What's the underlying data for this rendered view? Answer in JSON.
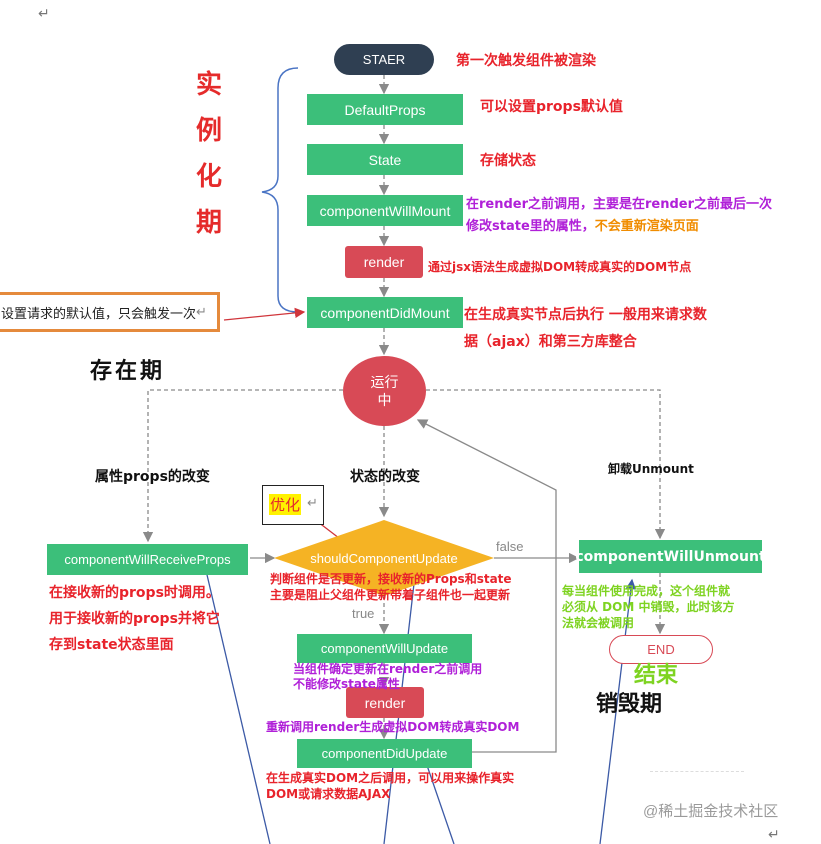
{
  "paragraph_marks": [
    "↵",
    "↵"
  ],
  "phases": {
    "instantiation": [
      "实",
      "例",
      "化",
      "期"
    ],
    "existence": "存在期",
    "destruction": "销毁期",
    "end_big": "结束"
  },
  "nodes": {
    "start": "STAER",
    "default_props": "DefaultProps",
    "state": "State",
    "will_mount": "componentWillMount",
    "render1": "render",
    "did_mount": "componentDidMount",
    "running": [
      "运行",
      "中"
    ],
    "will_receive_props": "componentWillReceiveProps",
    "should_update": "shouldComponentUpdate",
    "will_update": "componentWillUpdate",
    "render2": "render",
    "did_update": "componentDidUpdate",
    "will_unmount": "componentWillUnmount",
    "end": "END"
  },
  "annotations": {
    "start": "第一次触发组件被渲染",
    "default_props": "可以设置props默认值",
    "state": "存储状态",
    "will_mount_1": "在render之前调用，主要是在render之前最后一次",
    "will_mount_2a": "修改state里的属性，",
    "will_mount_2b": "不会重新渲染页面",
    "render1": "通过jsx语法生成虚拟DOM转成真实的DOM节点",
    "did_mount_1": "在生成真实节点后执行 一般用来请求数",
    "did_mount_2": "据（ajax）和第三方库整合",
    "callout_box": "设置请求的默认值，只会触发一次",
    "props_change": "属性props的改变",
    "state_change": "状态的改变",
    "unmount_label": "卸载Unmount",
    "optimize": "优化",
    "false_label": "false",
    "true_label": "true",
    "receive_props_1": "在接收新的props时调用。",
    "receive_props_2": "用于接收新的props并将它",
    "receive_props_3": "存到state状态里面",
    "should_update_1": "判断组件是否更新，接收新的Props和state",
    "should_update_2": "主要是阻止父组件更新带着子组件也一起更新",
    "will_update_1": "当组件确定更新在render之前调用",
    "will_update_2": "不能修改state属性",
    "render2": "重新调用render生成虚拟DOM转成真实DOM",
    "did_update_1": "在生成真实DOM之后调用，可以用来操作真实",
    "did_update_2": "DOM或请求数据AJAX",
    "unmount_1": "每当组件使用完成，这个组件就",
    "unmount_2": "必须从 DOM 中销毁，此时该方",
    "unmount_3": "法就会被调用"
  },
  "watermark": "@稀土掘金技术社区",
  "colors": {
    "green": "#3cbf7a",
    "red": "#d84a56",
    "dark": "#2f3f52",
    "diamond": "#f5b324",
    "annotation_red": "#e8232b",
    "annotation_purple": "#b020d8",
    "annotation_orange": "#f08c00",
    "annotation_green": "#7ed321",
    "callout_border": "#e58a3c"
  }
}
